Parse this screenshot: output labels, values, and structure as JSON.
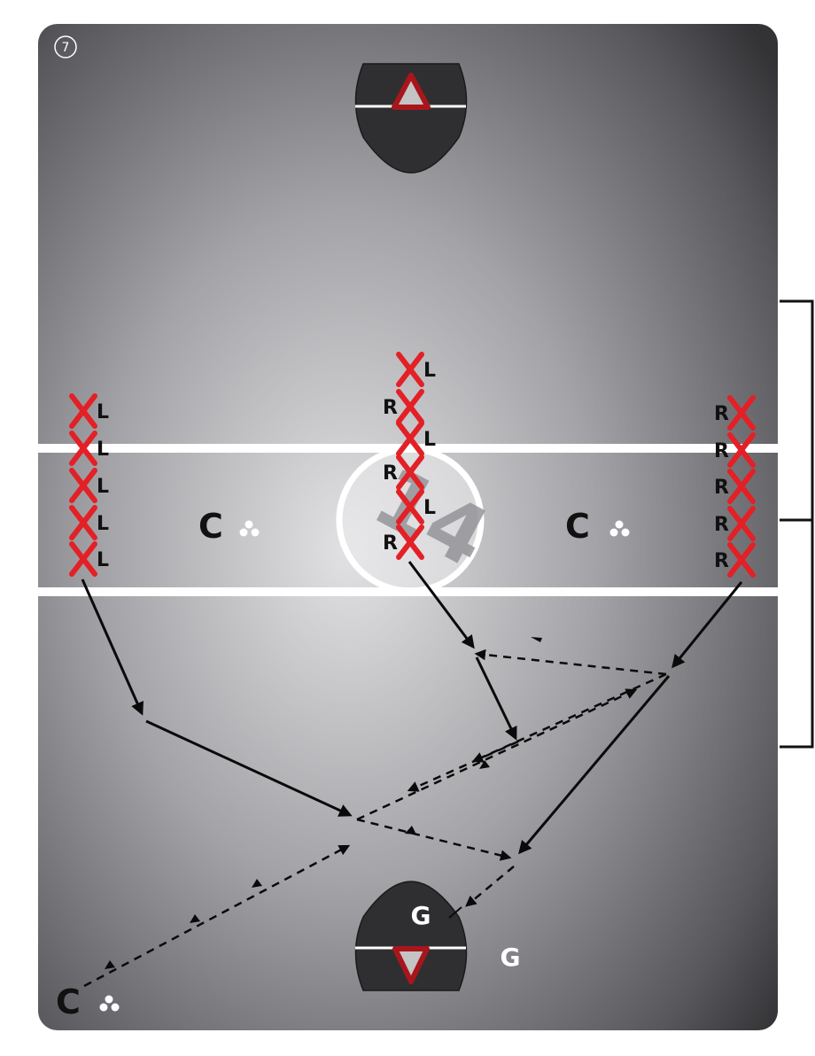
{
  "drill": {
    "number": "7",
    "center_number": "14"
  },
  "labels": {
    "left": "L",
    "right": "R",
    "coach": "C",
    "goalie": "G"
  },
  "colors": {
    "field_light": "#d6d6d8",
    "field_dark": "#3b3b3e",
    "player_x": "#e32026",
    "crease": "#2f2f31",
    "goal_triangle": "#a8161c",
    "line_white": "#ffffff",
    "arrow": "#0a0a0a"
  },
  "legend": {
    "player": "player-x",
    "coach": "coach-c",
    "balls": "ball-group"
  }
}
